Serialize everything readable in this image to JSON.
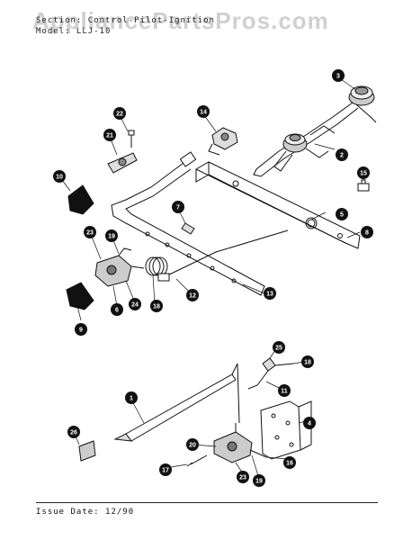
{
  "header": {
    "section_line": "Section: Control-Pilot-Ignition",
    "model_line": "Model: LLJ-10"
  },
  "watermark": "AppliancePartsPros.com",
  "footer": {
    "issue_date": "Issue Date: 12/90"
  },
  "callouts": [
    {
      "id": "1",
      "label": "1"
    },
    {
      "id": "2",
      "label": "2"
    },
    {
      "id": "3",
      "label": "3"
    },
    {
      "id": "4",
      "label": "4"
    },
    {
      "id": "5",
      "label": "5"
    },
    {
      "id": "6",
      "label": "6"
    },
    {
      "id": "7",
      "label": "7"
    },
    {
      "id": "8",
      "label": "8"
    },
    {
      "id": "9",
      "label": "9"
    },
    {
      "id": "10",
      "label": "10"
    },
    {
      "id": "11",
      "label": "11"
    },
    {
      "id": "12",
      "label": "12"
    },
    {
      "id": "13",
      "label": "13"
    },
    {
      "id": "14",
      "label": "14"
    },
    {
      "id": "15",
      "label": "15"
    },
    {
      "id": "16",
      "label": "16"
    },
    {
      "id": "17",
      "label": "17"
    },
    {
      "id": "18a",
      "label": "18"
    },
    {
      "id": "18b",
      "label": "18"
    },
    {
      "id": "18c",
      "label": "18"
    },
    {
      "id": "19a",
      "label": "19"
    },
    {
      "id": "19b",
      "label": "19"
    },
    {
      "id": "20",
      "label": "20"
    },
    {
      "id": "21",
      "label": "21"
    },
    {
      "id": "22",
      "label": "22"
    },
    {
      "id": "23a",
      "label": "23"
    },
    {
      "id": "23b",
      "label": "23"
    },
    {
      "id": "24",
      "label": "24"
    },
    {
      "id": "25",
      "label": "25"
    },
    {
      "id": "26",
      "label": "26"
    }
  ]
}
